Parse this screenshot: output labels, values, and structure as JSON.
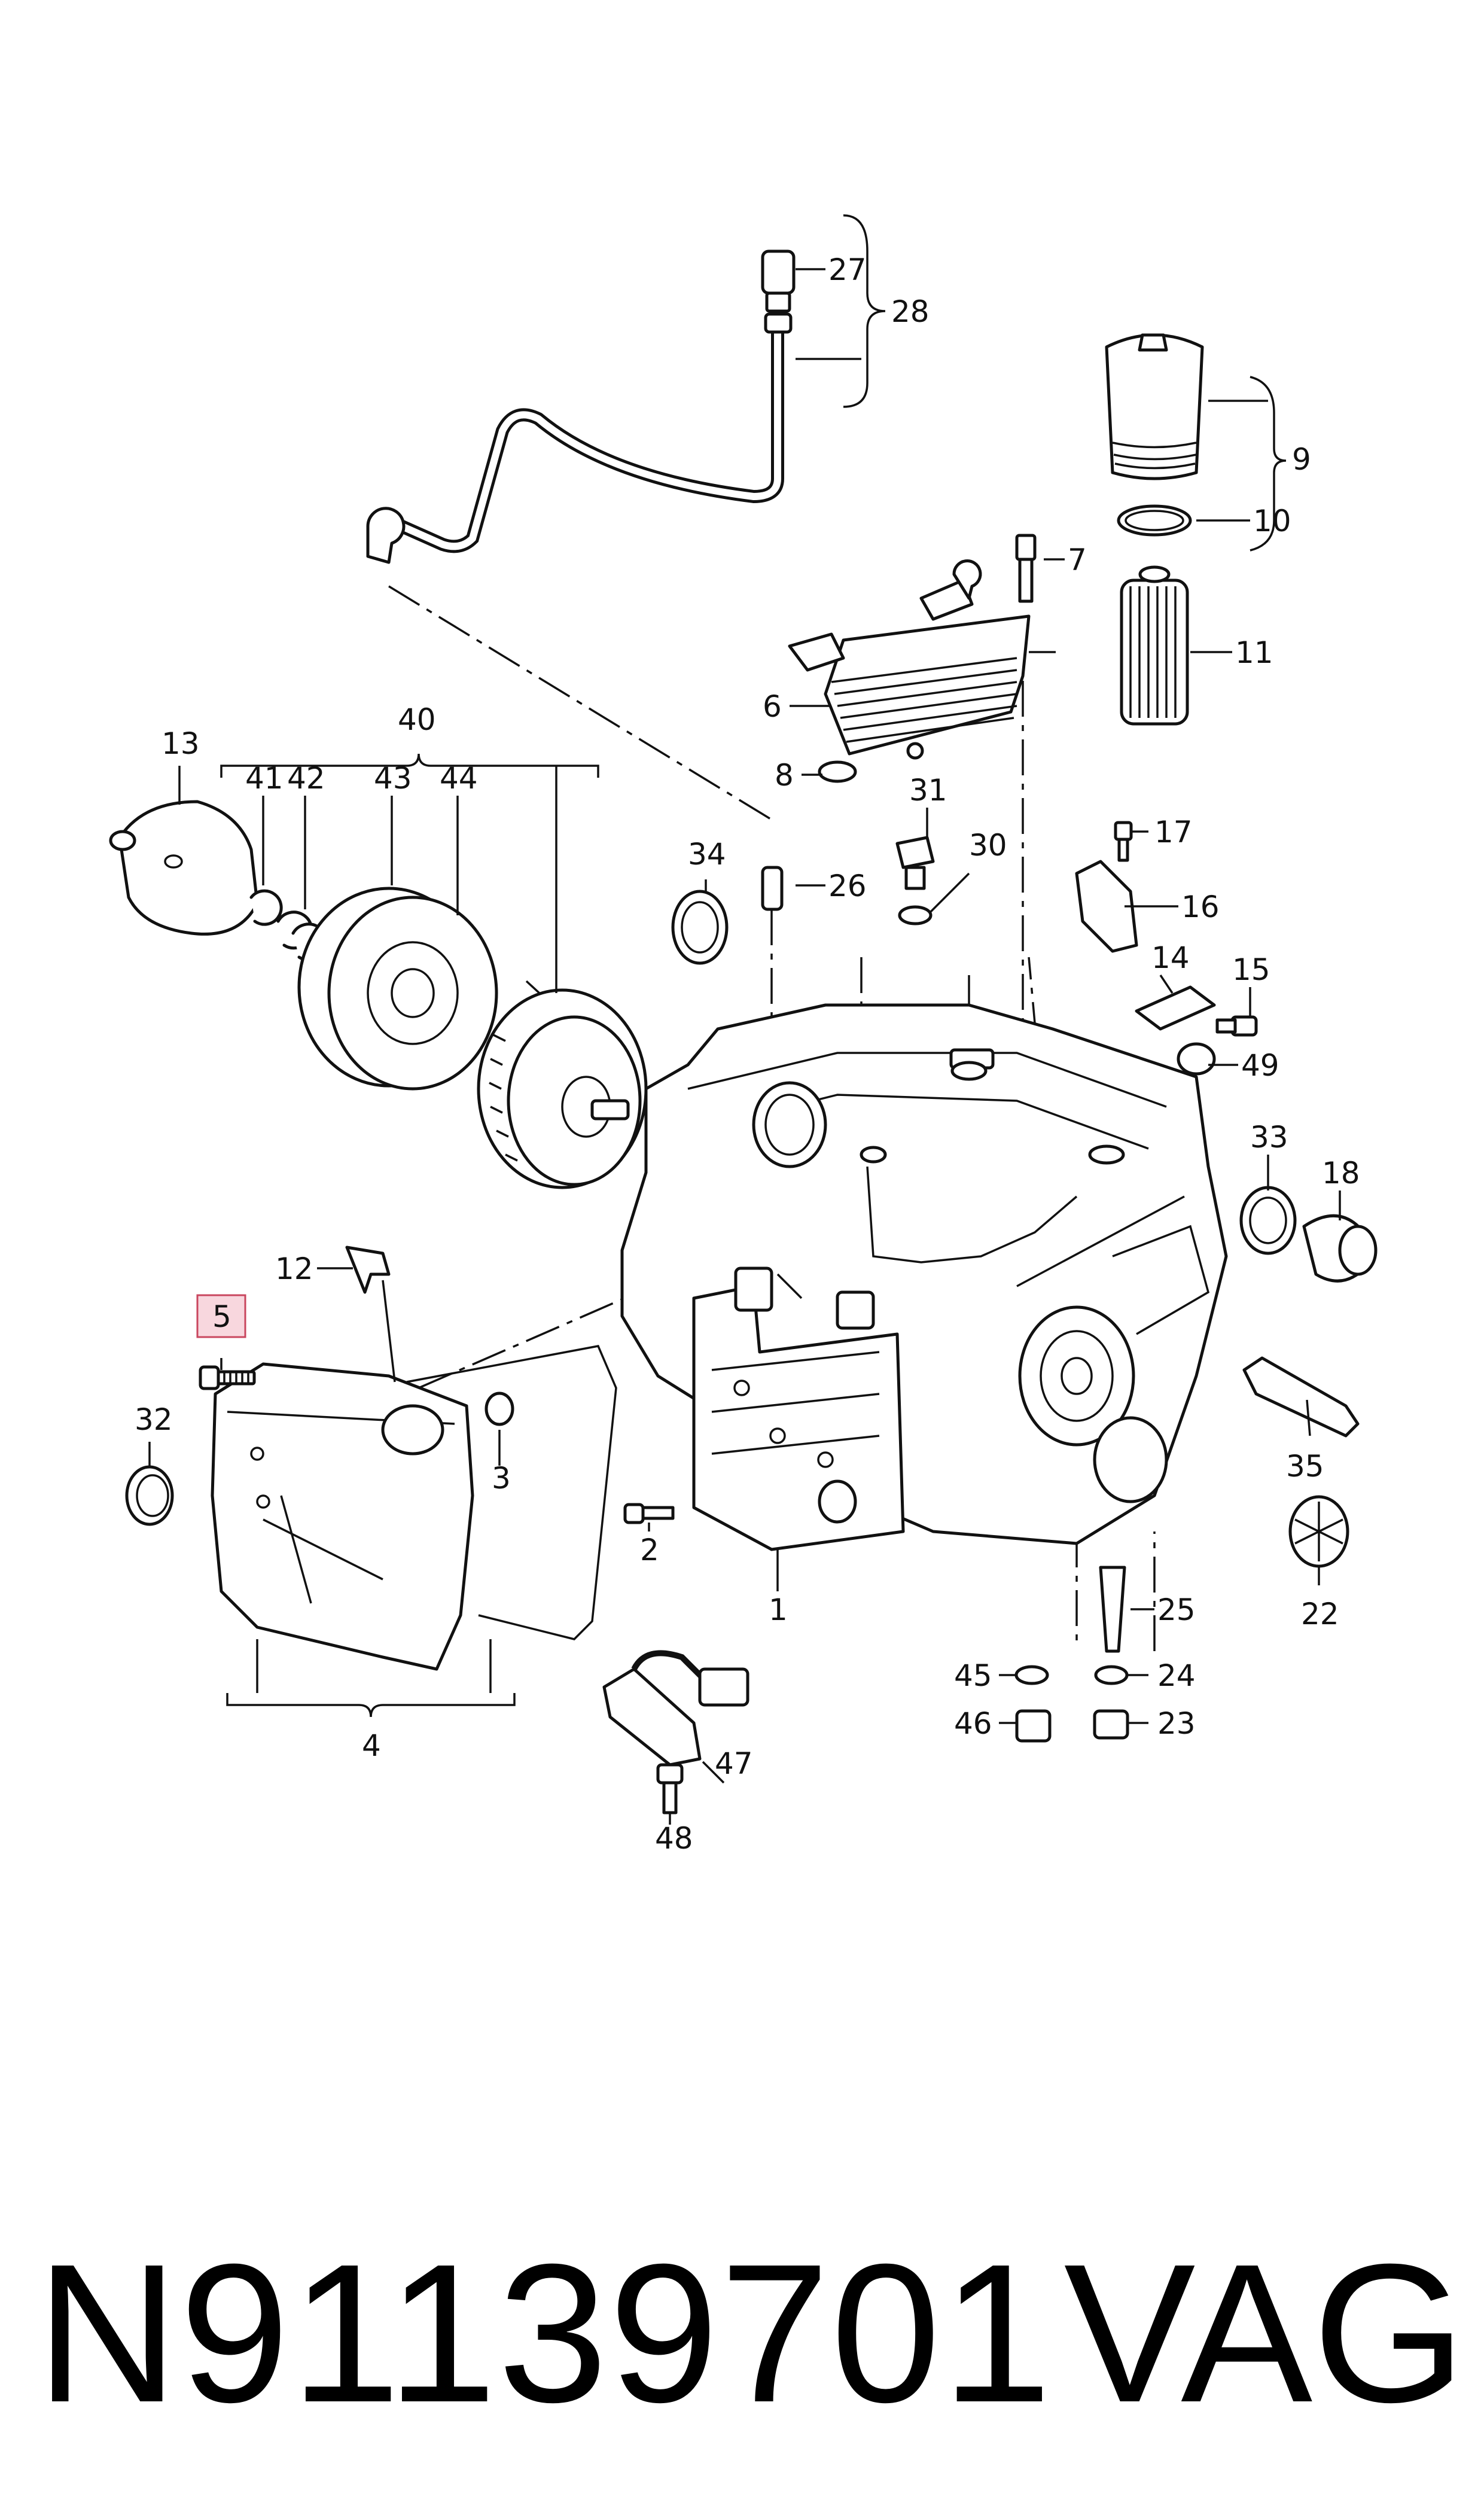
{
  "diagram": {
    "labels": {
      "l1": "1",
      "l2": "2",
      "l3": "3",
      "l4": "4",
      "l5": "5",
      "l6": "6",
      "l7": "7",
      "l8": "8",
      "l9": "9",
      "l10": "10",
      "l11": "11",
      "l12": "12",
      "l13": "13",
      "l14": "14",
      "l15": "15",
      "l16": "16",
      "l17": "17",
      "l18": "18",
      "l22": "22",
      "l23": "23",
      "l24": "24",
      "l25": "25",
      "l26": "26",
      "l27": "27",
      "l28": "28",
      "l30": "30",
      "l31": "31",
      "l32": "32",
      "l33": "33",
      "l34": "34",
      "l35": "35",
      "l40": "40",
      "l41": "41",
      "l42": "42",
      "l43": "43",
      "l44": "44",
      "l45": "45",
      "l46": "46",
      "l47": "47",
      "l48": "48",
      "l49": "49"
    },
    "highlighted_label": "5",
    "highlight_color": "#f8d7de"
  },
  "caption": {
    "part_number": "N91139701",
    "brand": "VAG"
  }
}
